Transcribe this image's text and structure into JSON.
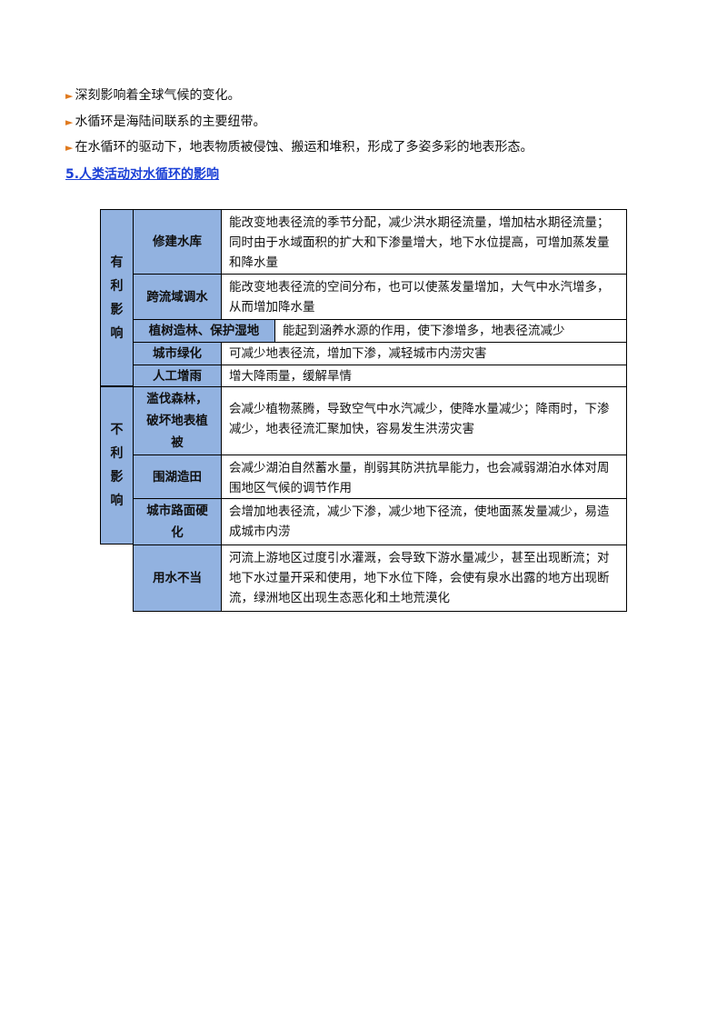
{
  "bullets": [
    "深刻影响着全球气候的变化。",
    "水循环是海陆间联系的主要纽带。",
    "在水循环的驱动下，地表物质被侵蚀、搬运和堆积，形成了多姿多彩的地表形态。"
  ],
  "bullet_marker": "►",
  "section_heading": "5.人类活动对水循环的影响",
  "table": {
    "favorable": {
      "label_chars": [
        "有",
        "利",
        "影",
        "响"
      ],
      "rows": [
        {
          "activity": "修建水库",
          "effect": "能改变地表径流的季节分配，减少洪水期径流量，增加枯水期径流量；同时由于水域面积的扩大和下渗量增大，地下水位提高，可增加蒸发量和降水量"
        },
        {
          "activity": "跨流域调水",
          "effect": "能改变地表径流的空间分布，也可以使蒸发量增加，大气中水汽增多，从而增加降水量"
        },
        {
          "activity": "植树造林、保护湿地",
          "effect": "能起到涵养水源的作用，使下渗增多，地表径流减少"
        },
        {
          "activity": "城市绿化",
          "effect": "可减少地表径流，增加下渗，减轻城市内涝灾害"
        },
        {
          "activity": "人工增雨",
          "effect": "增大降雨量，缓解旱情"
        }
      ]
    },
    "unfavorable": {
      "label_chars": [
        "不",
        "利",
        "影",
        "响"
      ],
      "rows": [
        {
          "activity": "滥伐森林，破坏地表植被",
          "effect": "会减少植物蒸腾，导致空气中水汽减少，使降水量减少；降雨时，下渗减少，地表径流汇聚加快，容易发生洪涝灾害"
        },
        {
          "activity": "围湖造田",
          "effect": "会减少湖泊自然蓄水量，削弱其防洪抗旱能力，也会减弱湖泊水体对周围地区气候的调节作用"
        },
        {
          "activity": "城市路面硬化",
          "effect": "会增加地表径流，减少下渗，减少地下径流，使地面蒸发量减少，易造成城市内涝"
        },
        {
          "activity": "用水不当",
          "effect": "河流上游地区过度引水灌溉，会导致下游水量减少，甚至出现断流；对地下水过量开采和使用，地下水位下降，会使有泉水出露的地方出现断流，绿洲地区出现生态恶化和土地荒漠化"
        }
      ]
    }
  }
}
